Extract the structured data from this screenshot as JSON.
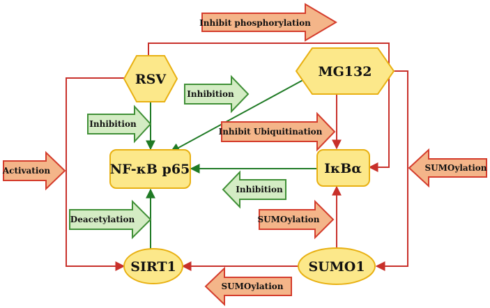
{
  "nodes": {
    "rsv": "RSV",
    "mg132": "MG132",
    "nfkb": "NF-κB p65",
    "ikba": "IκBα",
    "sirt1": "SIRT1",
    "sumo1": "SUMO1"
  },
  "labels": {
    "inhibit_phosphorylation": "Inhibit phosphorylation",
    "inhibition_top": "Inhibition",
    "inhibition_left": "Inhibition",
    "inhibit_ubiquitination": "Inhibit Ubiquitination",
    "activation": "Activation",
    "sumoylation_right": "SUMOylation",
    "inhibition_mid": "Inhibition",
    "deacetylation": "Deacetylation",
    "sumoylation_mid": "SUMOylation",
    "sumoylation_bottom": "SUMOylation"
  },
  "colors": {
    "node_fill": "#fce88a",
    "node_stroke": "#e8b012",
    "red_line": "#c8302a",
    "green_line": "#1f7a25",
    "red_arrow_fill": "#f4b589",
    "red_arrow_stroke": "#d43c2c",
    "green_arrow_fill": "#d4ecc4",
    "green_arrow_stroke": "#3f8f36"
  }
}
